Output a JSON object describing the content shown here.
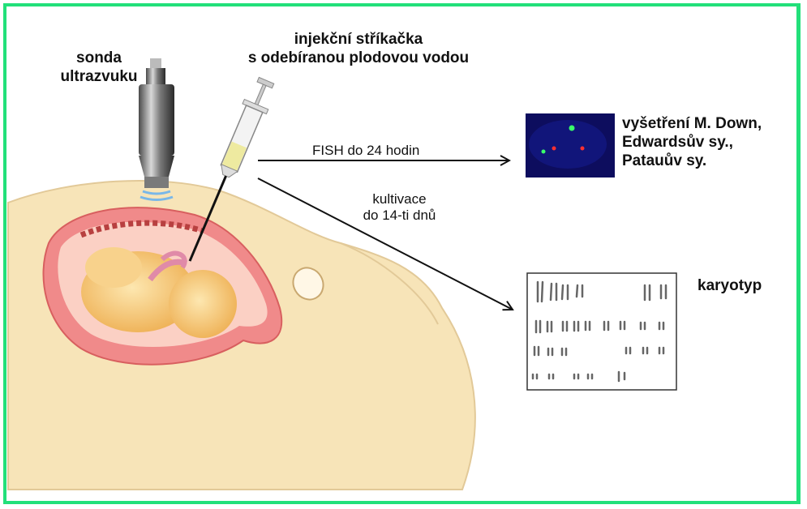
{
  "labels": {
    "probe_line1": "sonda",
    "probe_line2": "ultrazvuku",
    "syringe_line1": "injekční stříkačka",
    "syringe_line2": "s odebíranou plodovou vodou",
    "fish_arrow": "FISH do 24 hodin",
    "culture_line1": "kultivace",
    "culture_line2": "do 14-ti dnů",
    "fish_result_line1": "vyšetření M. Down,",
    "fish_result_line2": "Edwardsův sy.,",
    "fish_result_line3": "Patauův sy.",
    "karyotype": "karyotyp"
  },
  "colors": {
    "frame": "#22e07a",
    "skin": "#f7e4b8",
    "uterus": "#f08a8a",
    "fetus": "#f6c46f",
    "fish_bg": "#0d0d5e"
  }
}
